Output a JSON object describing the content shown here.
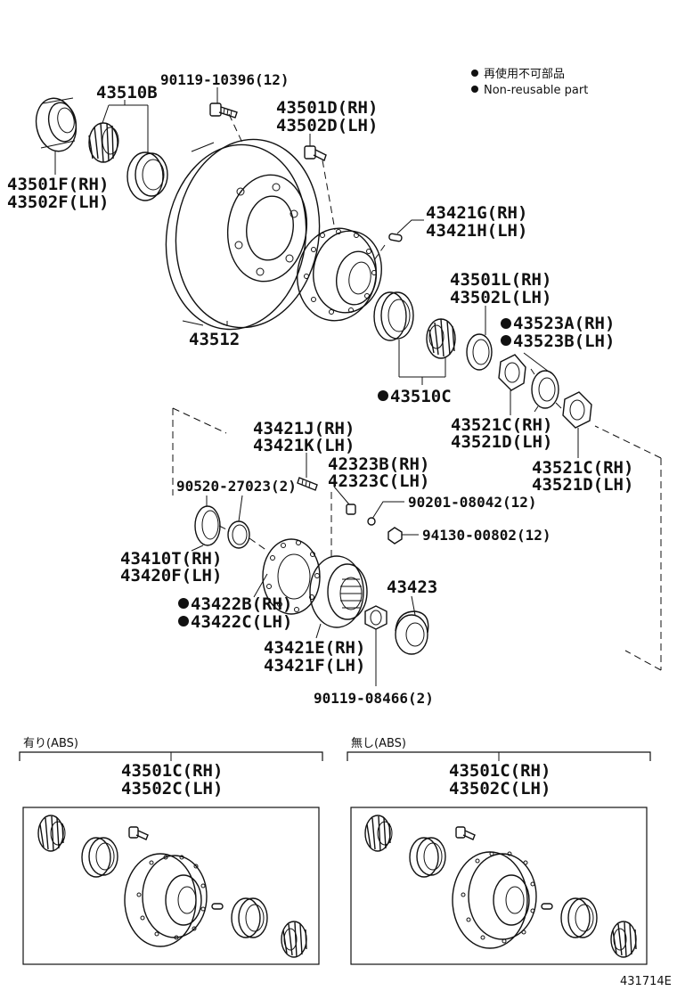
{
  "legend": {
    "items": [
      {
        "text": "再使用不可部品"
      },
      {
        "text": "Non-reusable part"
      }
    ]
  },
  "labels": {
    "l_90119_10396": "90119-10396(12)",
    "l_43510B": "43510B",
    "l_43501D": "43501D(RH)",
    "l_43502D": "43502D(LH)",
    "l_43501F": "43501F(RH)",
    "l_43502F": "43502F(LH)",
    "l_43421G": "43421G(RH)",
    "l_43421H": "43421H(LH)",
    "l_43512": "43512",
    "l_43501L": "43501L(RH)",
    "l_43502L": "43502L(LH)",
    "l_43523A": "43523A(RH)",
    "l_43523B": "43523B(LH)",
    "l_43510C": "43510C",
    "l_43421J": "43421J(RH)",
    "l_43421K": "43421K(LH)",
    "l_43521C_a": "43521C(RH)",
    "l_43521D_a": "43521D(LH)",
    "l_42323B": "42323B(RH)",
    "l_42323C": "42323C(LH)",
    "l_43521C_b": "43521C(RH)",
    "l_43521D_b": "43521D(LH)",
    "l_90520": "90520-27023(2)",
    "l_90201": "90201-08042(12)",
    "l_94130": "94130-00802(12)",
    "l_43410T": "43410T(RH)",
    "l_43420F": "43420F(LH)",
    "l_43423": "43423",
    "l_43422B": "43422B(RH)",
    "l_43422C": "43422C(LH)",
    "l_43421E": "43421E(RH)",
    "l_43421F": "43421F(LH)",
    "l_90119_08466": "90119-08466(2)"
  },
  "sections": {
    "with_abs": {
      "caption": "有り(ABS)",
      "line1": "43501C(RH)",
      "line2": "43502C(LH)"
    },
    "without_abs": {
      "caption": "無し(ABS)",
      "line1": "43501C(RH)",
      "line2": "43502C(LH)"
    }
  },
  "figure_code": "431714E"
}
